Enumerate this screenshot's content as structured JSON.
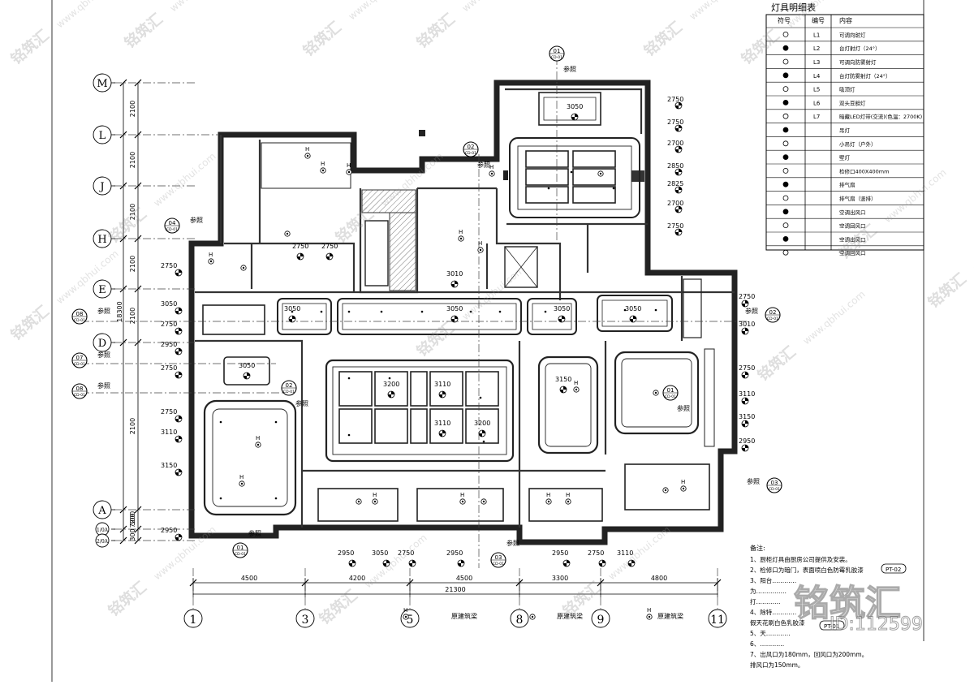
{
  "legend": {
    "title": "灯具明细表",
    "headers": [
      "符号",
      "编号",
      "内容"
    ],
    "rows": [
      {
        "code": "L1",
        "text": "可调向射灯"
      },
      {
        "code": "L2",
        "text": "台灯射灯（24°）"
      },
      {
        "code": "L3",
        "text": "可调向防雾射灯"
      },
      {
        "code": "L4",
        "text": "台灯防雾射灯（24°）"
      },
      {
        "code": "L5",
        "text": "吸顶灯"
      },
      {
        "code": "L6",
        "text": "双头豆胆灯"
      },
      {
        "code": "L7",
        "text": "暗藏LED灯带(交流)(色温：2700K)"
      },
      {
        "code": "",
        "text": "吊灯"
      },
      {
        "code": "",
        "text": "小吊灯（户外）"
      },
      {
        "code": "",
        "text": "壁灯"
      },
      {
        "code": "",
        "text": "检修口400X400mm"
      },
      {
        "code": "",
        "text": "排气扇"
      },
      {
        "code": "",
        "text": "排气扇（竖排）"
      },
      {
        "code": "",
        "text": "空调出风口"
      },
      {
        "code": "",
        "text": "空调回风口"
      },
      {
        "code": "",
        "text": "空调出风口"
      },
      {
        "code": "",
        "text": "空调回风口"
      }
    ]
  },
  "grid_rows": [
    "M",
    "L",
    "J",
    "H",
    "E",
    "D",
    "A",
    "1/0A",
    "2/0A"
  ],
  "grid_cols": [
    "1",
    "3",
    "5",
    "8",
    "9",
    "11"
  ],
  "left_dims": [
    "2100",
    "2100",
    "2100",
    "2100",
    "2100",
    "2100",
    "7200",
    "300",
    "300"
  ],
  "left_total": "18300",
  "bottom_dims": [
    "4500",
    "4200",
    "4500",
    "3300",
    "4800"
  ],
  "bottom_total": "21300",
  "ceiling_heights": {
    "left": [
      "2750",
      "3050",
      "2750",
      "2950",
      "2750",
      "2750",
      "3110",
      "3150",
      "2950"
    ],
    "right_upper": [
      "2750",
      "2750",
      "2700",
      "2850",
      "2825",
      "2700",
      "2750"
    ],
    "right_lower": [
      "2750",
      "3010",
      "2750",
      "3110",
      "3150",
      "2950"
    ],
    "bottom_row": [
      "2950",
      "3050",
      "2750",
      "2950",
      "2950",
      "2750",
      "3110"
    ],
    "rooms": [
      "3050",
      "2750",
      "2750",
      "3010",
      "3050",
      "3050",
      "3050",
      "3050",
      "3050",
      "3200",
      "3110",
      "3110",
      "3200",
      "3150"
    ]
  },
  "markers": {
    "refs": [
      "01",
      "02",
      "04",
      "08",
      "07",
      "08",
      "02",
      "01",
      "02",
      "03",
      "01",
      "03"
    ],
    "sheet": "CD-01",
    "ref_label": "参照"
  },
  "existing_label": "原建筑梁",
  "light_code": "H",
  "notes": {
    "title": "备注:",
    "lines": [
      "1、厨柜灯具由厨房公司提供及安装。",
      "2、检修口为暗门，表面喷白色防霉乳胶漆",
      "3、阳台…………",
      "   为……………",
      "   打…………",
      "4、除特…………",
      "   假天花刷白色乳胶漆",
      "5、天…………",
      "6、…………",
      "7、出风口为180mm，回风口为200mm。",
      "   排风口为150mm。"
    ],
    "tags": [
      "PT-02",
      "PT-01"
    ]
  },
  "watermark": {
    "logo": "铭筑汇",
    "site": "www.qbhui.com",
    "id_prefix": "ID:",
    "id": "112599"
  }
}
